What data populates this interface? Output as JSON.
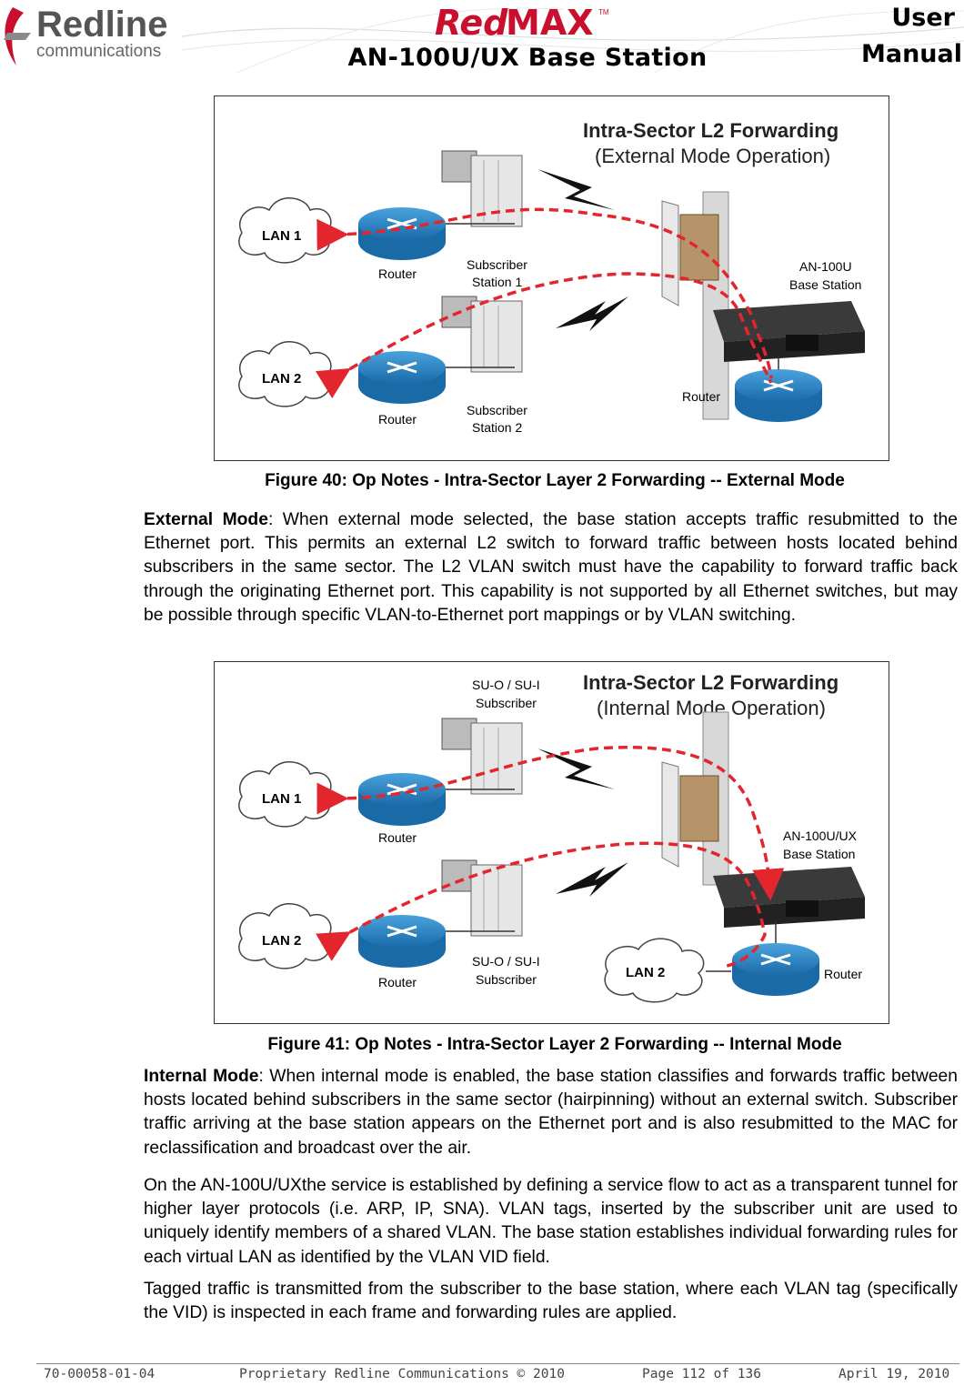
{
  "header": {
    "company_logo": "Redline communications",
    "brand": "RedMAX",
    "doc_title": "AN-100U/UX Base Station",
    "manual_line1": "User",
    "manual_line2": "Manual"
  },
  "figure1": {
    "title": "Intra-Sector L2 Forwarding",
    "subtitle": "(External Mode Operation)",
    "lan1": "LAN 1",
    "lan2": "LAN 2",
    "router1": "Router",
    "router2": "Router",
    "ss1_line1": "Subscriber",
    "ss1_line2": "Station 1",
    "ss2_line1": "Subscriber",
    "ss2_line2": "Station 2",
    "bs_line1": "AN-100U",
    "bs_line2": "Base Station",
    "router_bs": "Router",
    "caption": "Figure 40: Op Notes - Intra-Sector Layer 2 Forwarding -- External Mode"
  },
  "para_external": {
    "lead": "External Mode",
    "text": ": When external mode selected, the base station accepts traffic resubmitted to the Ethernet port. This permits an external L2 switch to forward traffic between hosts located behind subscribers in the same sector. The L2 VLAN switch must have the capability to forward traffic back through the originating Ethernet port. This capability is not supported by all Ethernet switches, but may be possible through specific VLAN-to-Ethernet port mappings or by VLAN switching."
  },
  "figure2": {
    "title": "Intra-Sector L2 Forwarding",
    "subtitle": "(Internal Mode Operation)",
    "su_top_line1": "SU-O / SU-I",
    "su_top_line2": "Subscriber",
    "su_bot_line1": "SU-O / SU-I",
    "su_bot_line2": "Subscriber",
    "lan1": "LAN 1",
    "lan2": "LAN 2",
    "lan2_bs": "LAN 2",
    "router1": "Router",
    "router2": "Router",
    "router_bs": "Router",
    "bs_line1": "AN-100U/UX",
    "bs_line2": "Base Station",
    "caption": "Figure 41: Op Notes - Intra-Sector Layer 2 Forwarding -- Internal Mode"
  },
  "para_internal": {
    "lead": "Internal Mode",
    "text": ": When internal mode is enabled, the base station classifies and forwards traffic between hosts located behind subscribers in the same sector (hairpinning) without an external switch. Subscriber traffic arriving at the base station appears on the Ethernet port and is also resubmitted to the MAC for reclassification and broadcast over the air."
  },
  "para_service": "On the AN-100U/UXthe service is established by defining a service flow to act as a transparent tunnel for higher layer protocols (i.e. ARP, IP, SNA). VLAN tags, inserted by the subscriber unit are used to uniquely identify members of a shared VLAN. The base station establishes individual forwarding rules for each virtual LAN as identified by the VLAN VID field.",
  "para_tagged": "Tagged traffic is transmitted from the subscriber to the base station, where each VLAN tag (specifically the VID) is inspected in each frame and forwarding rules are applied.",
  "footer": {
    "doc_number": "70-00058-01-04",
    "copyright": "Proprietary Redline Communications © 2010",
    "page": "Page 112 of 136",
    "date": "April 19, 2010"
  },
  "colors": {
    "brand_red": "#c8102e",
    "arrow_red": "#e3262d",
    "router_blue": "#1f7fc1"
  }
}
